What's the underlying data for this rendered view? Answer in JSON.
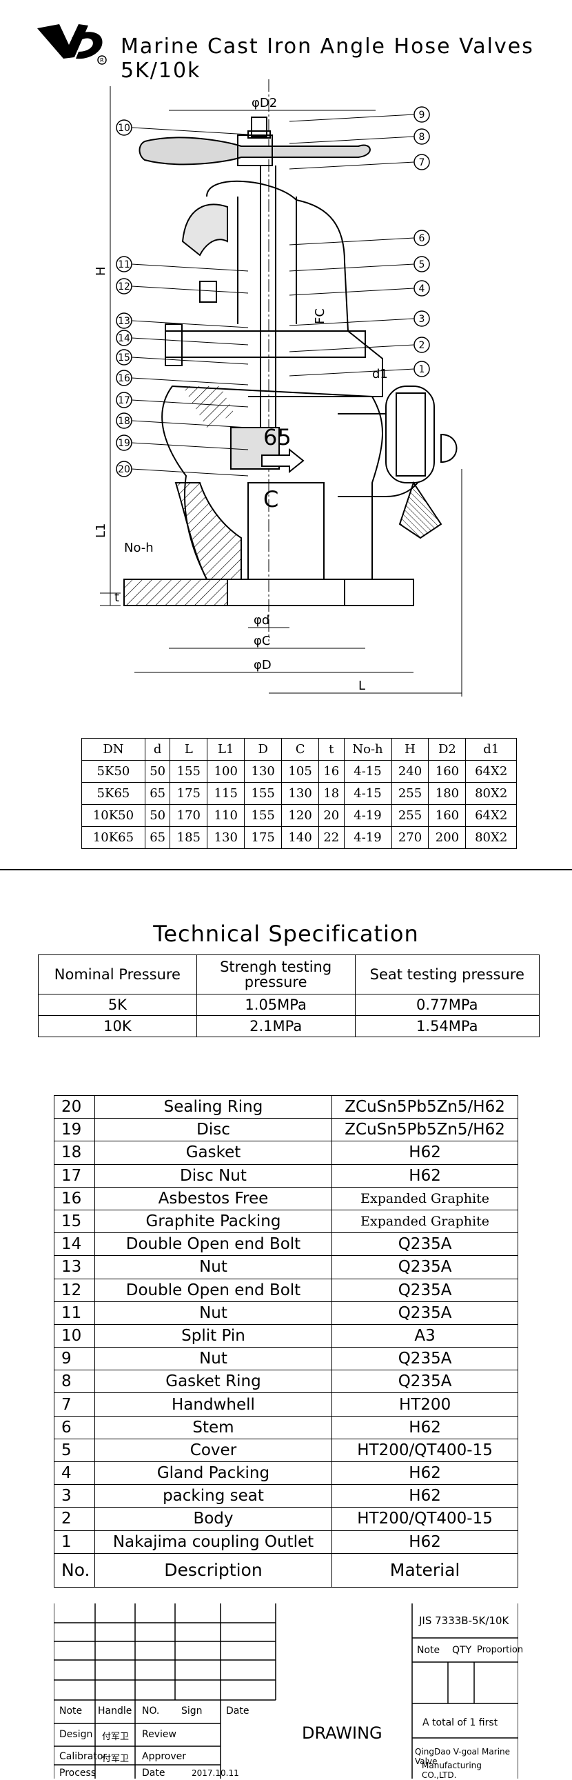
{
  "header": {
    "title": "Marine Cast Iron Angle Hose Valves 5K/10k"
  },
  "drawing": {
    "callouts": [
      "1",
      "2",
      "3",
      "4",
      "5",
      "6",
      "7",
      "8",
      "9",
      "10",
      "11",
      "12",
      "13",
      "14",
      "15",
      "16",
      "17",
      "18",
      "19",
      "20"
    ],
    "dims": {
      "d2": "φD2",
      "h": "H",
      "l1": "L1",
      "noh": "No-h",
      "t": "t",
      "d": "φd",
      "c": "φC",
      "dd": "φD",
      "l": "L",
      "d1": "d1",
      "fc": "FC",
      "num65": "65",
      "letterC": "C"
    }
  },
  "dims_table": {
    "headers": [
      "DN",
      "d",
      "L",
      "L1",
      "D",
      "C",
      "t",
      "No-h",
      "H",
      "D2",
      "d1"
    ],
    "rows": [
      [
        "5K50",
        "50",
        "155",
        "100",
        "130",
        "105",
        "16",
        "4-15",
        "240",
        "160",
        "64X2"
      ],
      [
        "5K65",
        "65",
        "175",
        "115",
        "155",
        "130",
        "18",
        "4-15",
        "255",
        "180",
        "80X2"
      ],
      [
        "10K50",
        "50",
        "170",
        "110",
        "155",
        "120",
        "20",
        "4-19",
        "255",
        "160",
        "64X2"
      ],
      [
        "10K65",
        "65",
        "185",
        "130",
        "175",
        "140",
        "22",
        "4-19",
        "270",
        "200",
        "80X2"
      ]
    ]
  },
  "spec": {
    "title": "Technical Specification",
    "headers": [
      "Nominal Pressure",
      "Strengh testing pressure",
      "Seat testing pressure"
    ],
    "rows": [
      [
        "5K",
        "1.05MPa",
        "0.77MPa"
      ],
      [
        "10K",
        "2.1MPa",
        "1.54MPa"
      ]
    ]
  },
  "parts": {
    "rows": [
      [
        "20",
        "Sealing Ring",
        "ZCuSn5Pb5Zn5/H62"
      ],
      [
        "19",
        "Disc",
        "ZCuSn5Pb5Zn5/H62"
      ],
      [
        "18",
        "Gasket",
        "H62"
      ],
      [
        "17",
        "Disc Nut",
        "H62"
      ],
      [
        "16",
        "Asbestos Free",
        "Expanded Graphite"
      ],
      [
        "15",
        "Graphite Packing",
        "Expanded Graphite"
      ],
      [
        "14",
        "Double Open end Bolt",
        "Q235A"
      ],
      [
        "13",
        "Nut",
        "Q235A"
      ],
      [
        "12",
        "Double Open end Bolt",
        "Q235A"
      ],
      [
        "11",
        "Nut",
        "Q235A"
      ],
      [
        "10",
        "Split Pin",
        "A3"
      ],
      [
        "9",
        "Nut",
        "Q235A"
      ],
      [
        "8",
        "Gasket Ring",
        "Q235A"
      ],
      [
        "7",
        "Handwhell",
        "HT200"
      ],
      [
        "6",
        "Stem",
        "H62"
      ],
      [
        "5",
        "Cover",
        "HT200/QT400-15"
      ],
      [
        "4",
        "Gland Packing",
        "H62"
      ],
      [
        "3",
        "packing seat",
        "H62"
      ],
      [
        "2",
        "Body",
        "HT200/QT400-15"
      ],
      [
        "1",
        "Nakajima coupling Outlet",
        "H62"
      ]
    ],
    "header": [
      "No.",
      "Description",
      "Material"
    ]
  },
  "title_block": {
    "standard": "JIS 7333B-5K/10K",
    "note": "Note",
    "handle": "Handle",
    "no": "NO.",
    "sign": "Sign",
    "date": "Date",
    "design": "Design",
    "calibrator": "Calibrator",
    "process": "Process",
    "review": "Review",
    "approver": "Approver",
    "date2": "Date",
    "date_value": "2017.10.11",
    "signature1": "付军卫",
    "signature2": "付军卫",
    "drawing": "DRAWING",
    "qty": "QTY",
    "proportion": "Proportion",
    "note2": "Note",
    "total": "A total of 1 first",
    "company1": "QingDao V-goal Marine Valve",
    "company2": "Manufacturing CO.,LTD."
  }
}
